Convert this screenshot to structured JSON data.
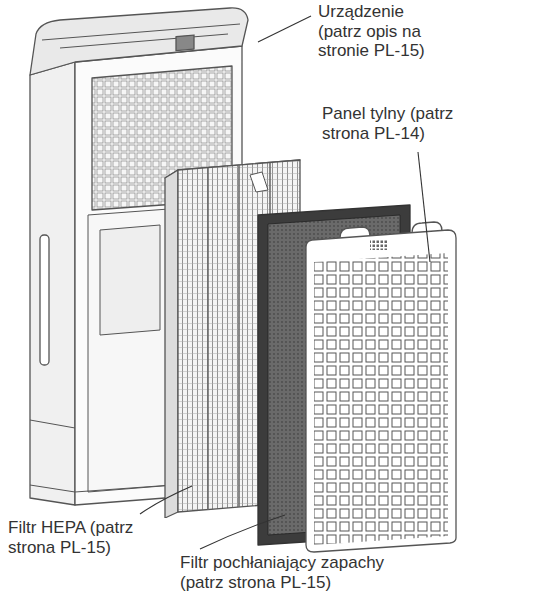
{
  "diagram": {
    "labels": [
      "Urządzenie (patrz opis na stronie PL-15)",
      "Panel tylny (patrz strona PL-14)",
      "Filtr HEPA (patrz strona PL-15)",
      "Filtr pochłaniający zapachy (patrz strona PL-15)"
    ]
  }
}
